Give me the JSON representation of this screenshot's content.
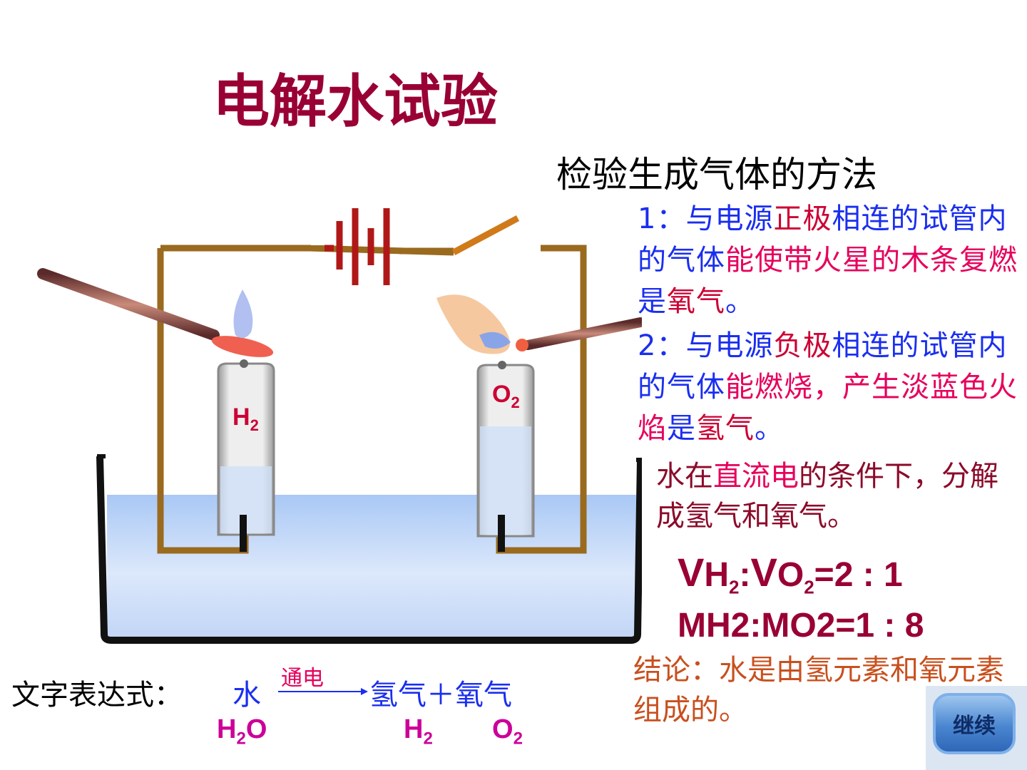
{
  "title": "电解水试验",
  "method_heading": "检验生成气体的方法",
  "test1": {
    "parts": [
      "1：与电源",
      "正极",
      "相连的试管内的气体",
      "能使带火星的木条复燃",
      "是",
      "氧气",
      "。"
    ]
  },
  "test2": {
    "parts": [
      "2：与电源",
      "负极",
      "相连的试管内的气体",
      "能燃烧，产生淡蓝色火焰",
      "是",
      "氢气",
      "。"
    ]
  },
  "summary": {
    "before": "水在",
    "highlight": "直流电",
    "after": "的条件下，分解成氢气和氧气。"
  },
  "volume_ratio": {
    "v1": "V",
    "h": "H",
    "h_sub": "2",
    "colon": ":",
    "v2": "V",
    "o": "O",
    "o_sub": "2",
    "rest": "=2 : 1"
  },
  "mass_ratio": "MH2:MO2=1 : 8",
  "conclusion": "结论：水是由氢元素和氧元素组成的。",
  "equation": {
    "label": "文字表达式：",
    "reactant": "水",
    "condition": "通电",
    "products": "氢气＋氧气"
  },
  "formulas": {
    "h2o": {
      "a": "H",
      "sub": "2",
      "b": "O"
    },
    "h2": {
      "a": "H",
      "sub": "2"
    },
    "o2": {
      "a": "O",
      "sub": "2"
    }
  },
  "tube_labels": {
    "left": {
      "a": "H",
      "sub": "2"
    },
    "right": {
      "a": "O",
      "sub": "2"
    }
  },
  "continue_button": "继续",
  "colors": {
    "title": "#990033",
    "blue_text": "#1a2ef0",
    "red_text": "#cc0033",
    "pink_text": "#e6005c",
    "wire": "#9a6a1e",
    "water": "#a9c8f5"
  }
}
